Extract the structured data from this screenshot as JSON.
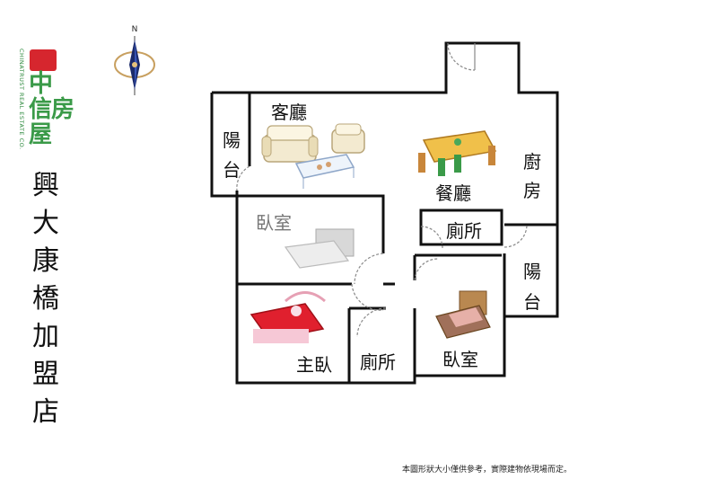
{
  "brand": {
    "name_cjk_line1": "中",
    "name_cjk_line2": "信房屋",
    "name_latin": "CHINATRUST REAL ESTATE CO.",
    "color": "#3a9a48",
    "mark_color": "#d6262e"
  },
  "compass": {
    "north_label": "N"
  },
  "store_name_chars": [
    "興",
    "大",
    "康",
    "橋",
    "加",
    "盟",
    "店"
  ],
  "rooms": {
    "living_room": "客廳",
    "balcony_west": [
      "陽",
      "台"
    ],
    "dining_room": "餐廳",
    "kitchen": [
      "廚",
      "房"
    ],
    "bedroom_1": "臥室",
    "toilet_1": "廁所",
    "balcony_east": [
      "陽",
      "台"
    ],
    "master_bedroom": "主臥",
    "toilet_2": "廁所",
    "bedroom_2": "臥室"
  },
  "furniture_icons": [
    "sofa-icon",
    "armchair-icon",
    "coffee-table-icon",
    "dining-table-icon",
    "bed-icon",
    "canopy-bed-icon",
    "wooden-bed-icon"
  ],
  "disclaimer": "本圖形狀大小僅供參考，實際建物依現場而定。",
  "colors": {
    "wall": "#111111",
    "door_arc": "#888888"
  }
}
